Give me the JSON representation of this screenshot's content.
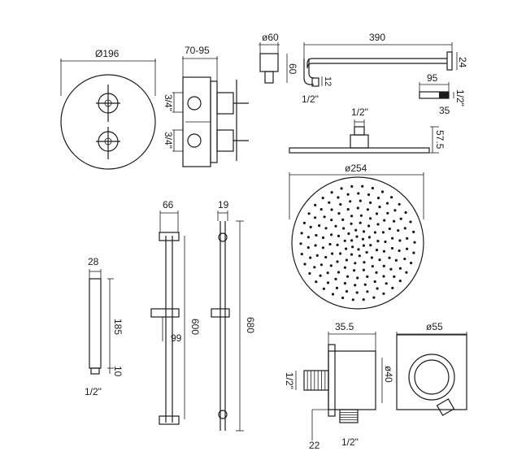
{
  "dimensions": {
    "valve_diameter": "Ø196",
    "valve_depth": "70-95",
    "valve_inlet_top": "3/4\"",
    "valve_inlet_bottom": "3/4\"",
    "arm_flange_diameter": "ø60",
    "arm_flange_depth": "60",
    "arm_length": "390",
    "arm_height": "24",
    "arm_pipe_dia": "12",
    "arm_thread": "1/2\"",
    "arm_end_length": "95",
    "arm_end_thread": "1/2\"",
    "arm_end_height": "35",
    "head_inlet": "1/2\"",
    "head_height": "57.5",
    "head_diameter": "ø254",
    "rail_width": "66",
    "rail_length": "600",
    "rail_bracket": "99",
    "rail2_width": "19",
    "rail2_length": "680",
    "handset_width": "28",
    "handset_length": "185",
    "handset_base": "10",
    "handset_thread": "1/2\"",
    "elbow_depth": "35.5",
    "elbow_diameter": "ø55",
    "elbow_inlet": "1/2\"",
    "elbow_outlet_dia": "ø40",
    "elbow_offset": "22",
    "elbow_outlet_thread": "1/2\""
  }
}
